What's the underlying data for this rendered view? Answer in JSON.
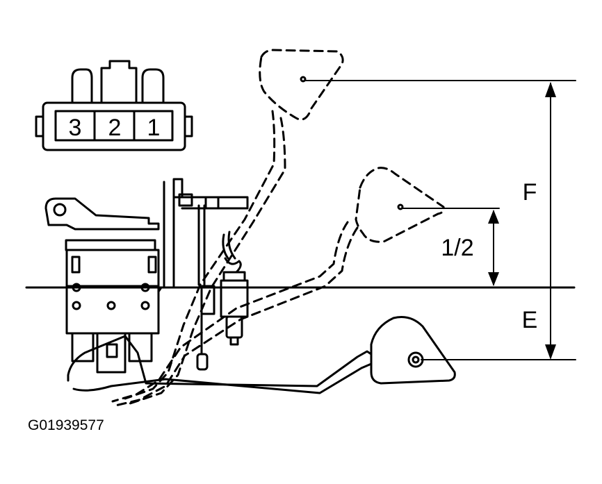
{
  "connector": {
    "pins": [
      "3",
      "2",
      "1"
    ]
  },
  "dimensions": {
    "f_label": "F",
    "half_label": "1/2",
    "e_label": "E"
  },
  "figure_code": "G01939577"
}
